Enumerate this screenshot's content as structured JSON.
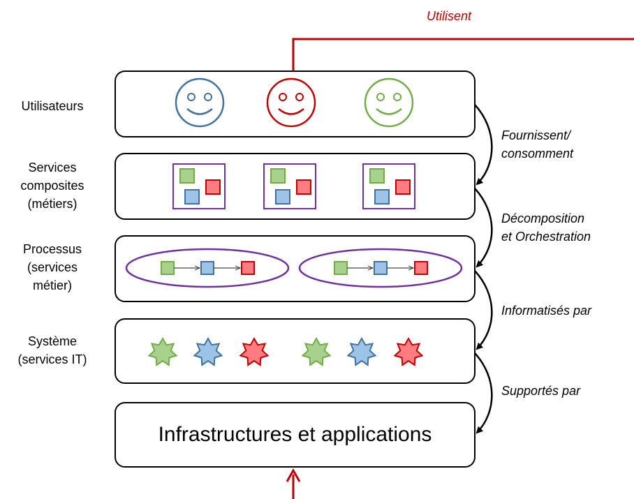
{
  "top_relation": "Utilisent",
  "layers": [
    {
      "lines": [
        "Utilisateurs"
      ]
    },
    {
      "lines": [
        "Services",
        "composites",
        "(métiers)"
      ]
    },
    {
      "lines": [
        "Processus",
        "(services",
        "métier)"
      ]
    },
    {
      "lines": [
        "Système",
        "(services IT)"
      ]
    }
  ],
  "infrastructure": "Infrastructures et applications",
  "relations": [
    {
      "lines": [
        "Fournissent/",
        "consomment"
      ]
    },
    {
      "lines": [
        "Décomposition",
        "et Orchestration"
      ]
    },
    {
      "lines": [
        "Informatisés par"
      ]
    },
    {
      "lines": [
        "Supportés par"
      ]
    }
  ],
  "colors": {
    "blue": "#41719c",
    "blue_fill": "#9dc3e6",
    "red": "#c00000",
    "red_fill": "#ff7c80",
    "green": "#70ad47",
    "green_fill": "#a9d18e",
    "purple": "#7030a0"
  },
  "icons": [
    "smiley-icon",
    "composite-service-icon",
    "process-flow-icon",
    "star-service-icon"
  ]
}
